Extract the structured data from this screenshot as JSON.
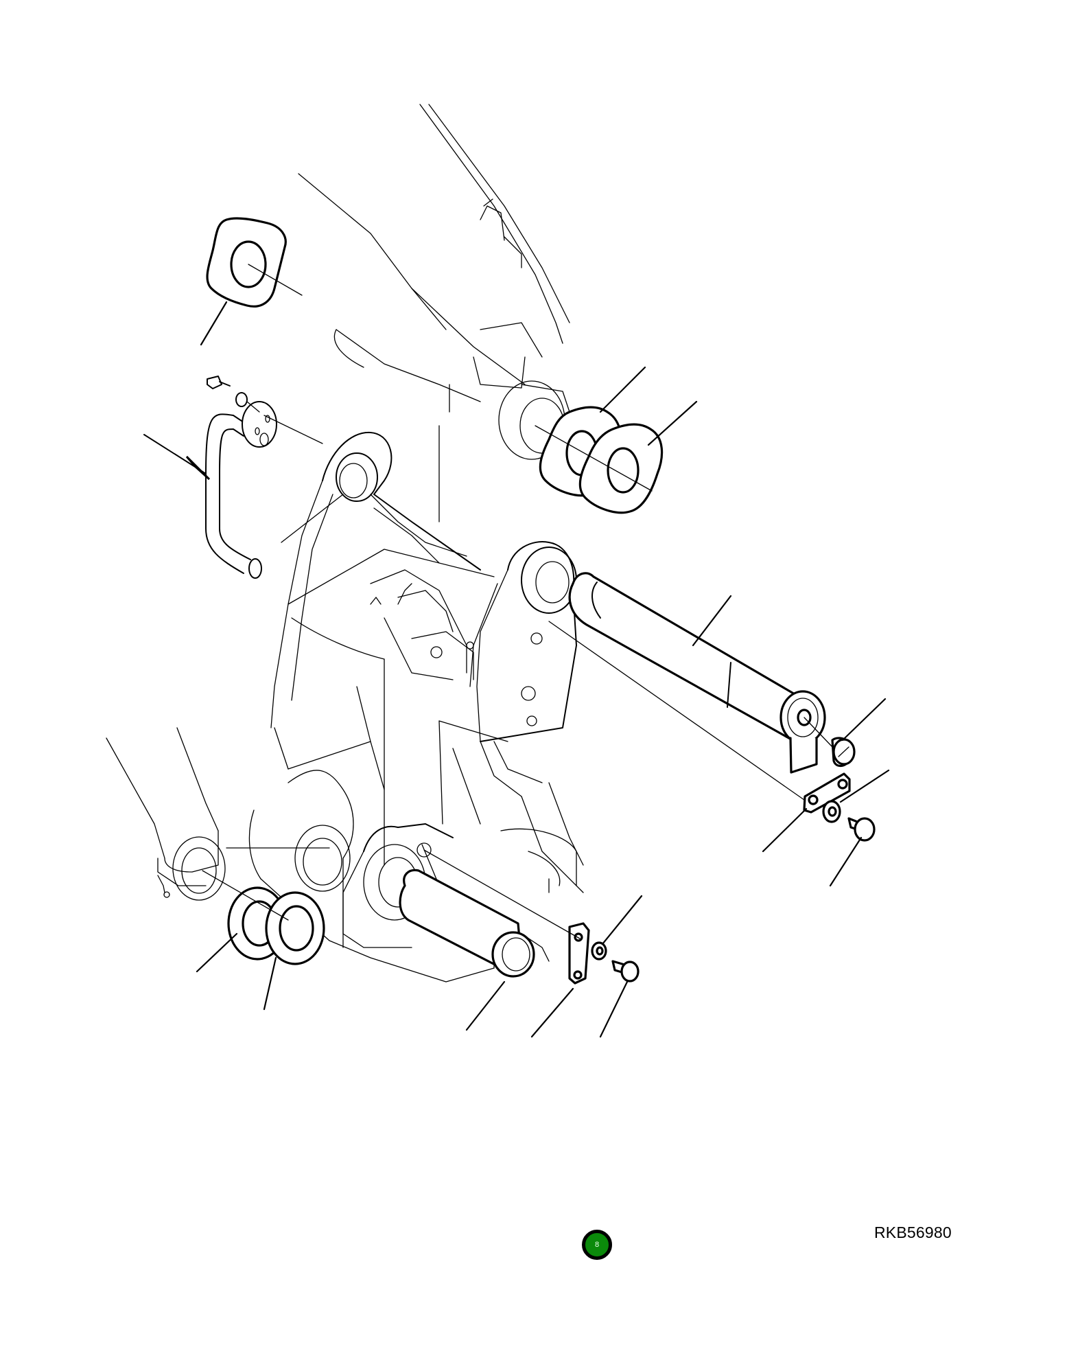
{
  "diagram": {
    "type": "exploded-parts-illustration",
    "subject": "loader boom pivot with pins, shims, retaining plates and bolts",
    "reference_code": "RKB56980",
    "page_badge": {
      "label": "8",
      "color": "#0b8a0b",
      "border_color": "#000000"
    },
    "callout_leaders": 14,
    "direction_arrow": true,
    "colors": {
      "line": "#000000",
      "background": "#ffffff"
    }
  }
}
